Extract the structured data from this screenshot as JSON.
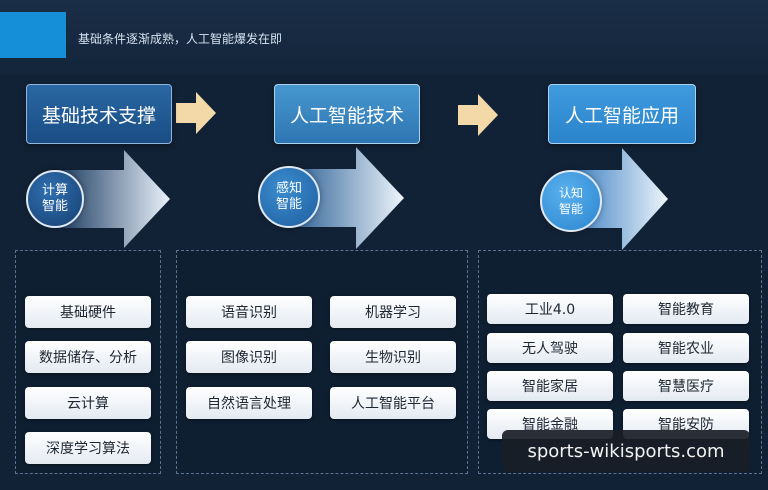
{
  "header": {
    "headline": "基础条件逐渐成熟，人工智能爆发在即"
  },
  "stages": [
    {
      "title": "基础技术支撑",
      "circle": [
        "计算",
        "智能"
      ],
      "items": [
        "基础硬件",
        "数据储存、分析",
        "云计算",
        "深度学习算法"
      ]
    },
    {
      "title": "人工智能技术",
      "circle": [
        "感知",
        "智能"
      ],
      "items": [
        "语音识别",
        "机器学习",
        "图像识别",
        "生物识别",
        "自然语言处理",
        "人工智能平台"
      ]
    },
    {
      "title": "人工智能应用",
      "circle": [
        "认知",
        "智能"
      ],
      "items": [
        "工业4.0",
        "智能教育",
        "无人驾驶",
        "智能农业",
        "智能家居",
        "智慧医疗",
        "智能金融",
        "智能安防"
      ]
    }
  ],
  "watermark": "sports-wikisports.com",
  "colors": {
    "background": "#122236",
    "accent": "#1590d8",
    "small_arrow": "#f3d9a8"
  }
}
